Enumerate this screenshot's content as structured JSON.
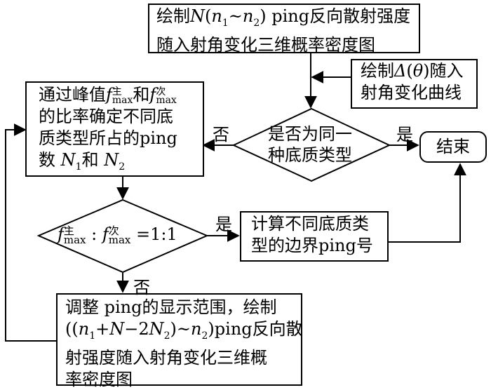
{
  "nodes": {
    "plot3d_top": {
      "line1": "绘制N(n1~n2) ping反向散射强度",
      "line2": "随入射角变化三维概率密度图"
    },
    "plot_curve": {
      "line1": "绘制Δ(θ)随入",
      "line2": "射角变化曲线"
    },
    "ratio_box": {
      "line1": "通过峰值f主max和f次max",
      "line2": "的比率确定不同底",
      "line3": "质类型所占的ping",
      "line4": "数 N1和 N2"
    },
    "same_type": {
      "line1": "是否为同一",
      "line2": "种底质类型"
    },
    "end": {
      "label": "结束"
    },
    "ratio_check": {
      "text": "f主max : f次max =1:1"
    },
    "boundary": {
      "line1": "计算不同底质类",
      "line2": "型的边界ping号"
    },
    "adjust": {
      "line1": "调整 ping的显示范围，绘制",
      "line2": "((n1+N−2N2)~n2)ping反向散",
      "line3": "射强度随入射角变化三维概",
      "line4": "率密度图"
    }
  },
  "edge_labels": {
    "no_left": "否",
    "yes_right": "是",
    "yes_mid": "是",
    "no_down": "否"
  }
}
